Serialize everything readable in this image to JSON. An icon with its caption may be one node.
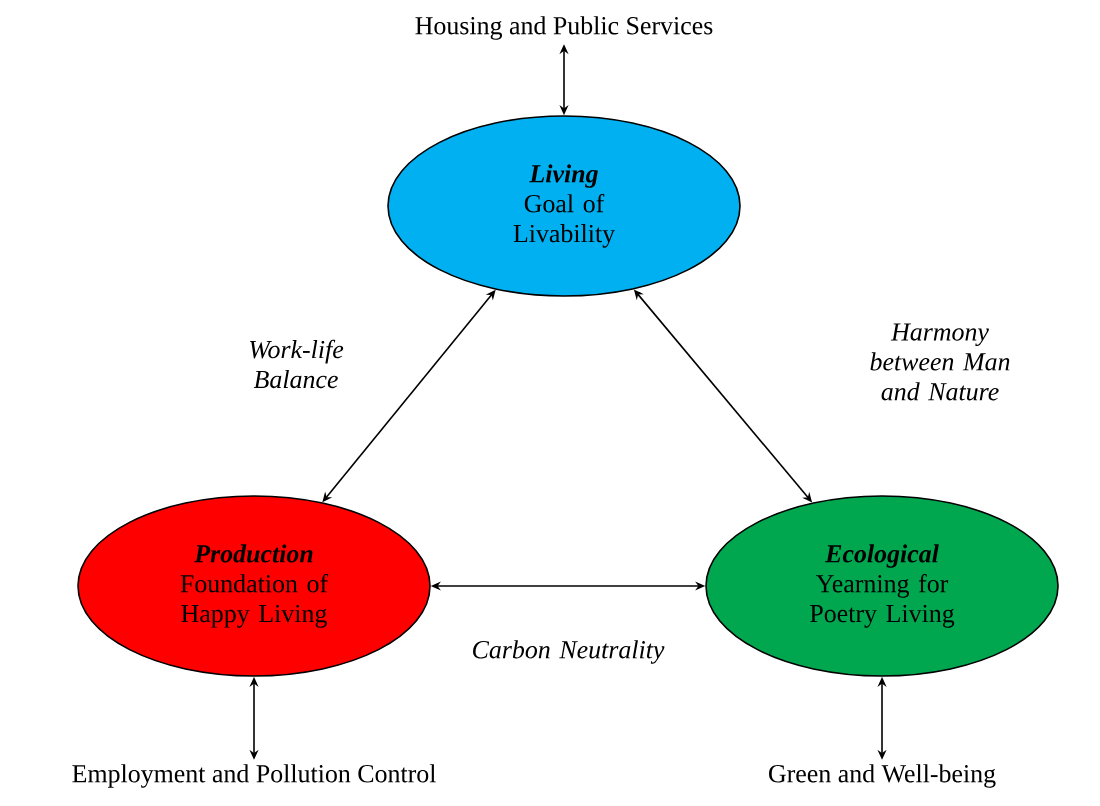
{
  "diagram": {
    "nodes": [
      {
        "text": [
          "Housing and Public Services"
        ]
      },
      {
        "text": [
          "Living",
          "Goal of Livability"
        ]
      },
      {
        "text": [
          "Production",
          "Foundation of Happy Living"
        ]
      },
      {
        "text": [
          "Ecological",
          "Yearning for Poetry Living"
        ]
      },
      {
        "text": [
          "Employment and Pollution Control"
        ]
      },
      {
        "text": [
          "Green and Well-being"
        ]
      }
    ],
    "edges": [
      {
        "from": 0,
        "to": 1,
        "arrow": "both"
      },
      {
        "from": 1,
        "to": 2,
        "arrow": "both",
        "label": "Work-life Balance"
      },
      {
        "from": 1,
        "to": 3,
        "arrow": "both",
        "label": "Harmony between Man and Nature"
      },
      {
        "from": 2,
        "to": 3,
        "arrow": "both",
        "label": "Carbon Neutrality"
      },
      {
        "from": 2,
        "to": 4,
        "arrow": "both"
      },
      {
        "from": 3,
        "to": 5,
        "arrow": "both"
      }
    ]
  }
}
